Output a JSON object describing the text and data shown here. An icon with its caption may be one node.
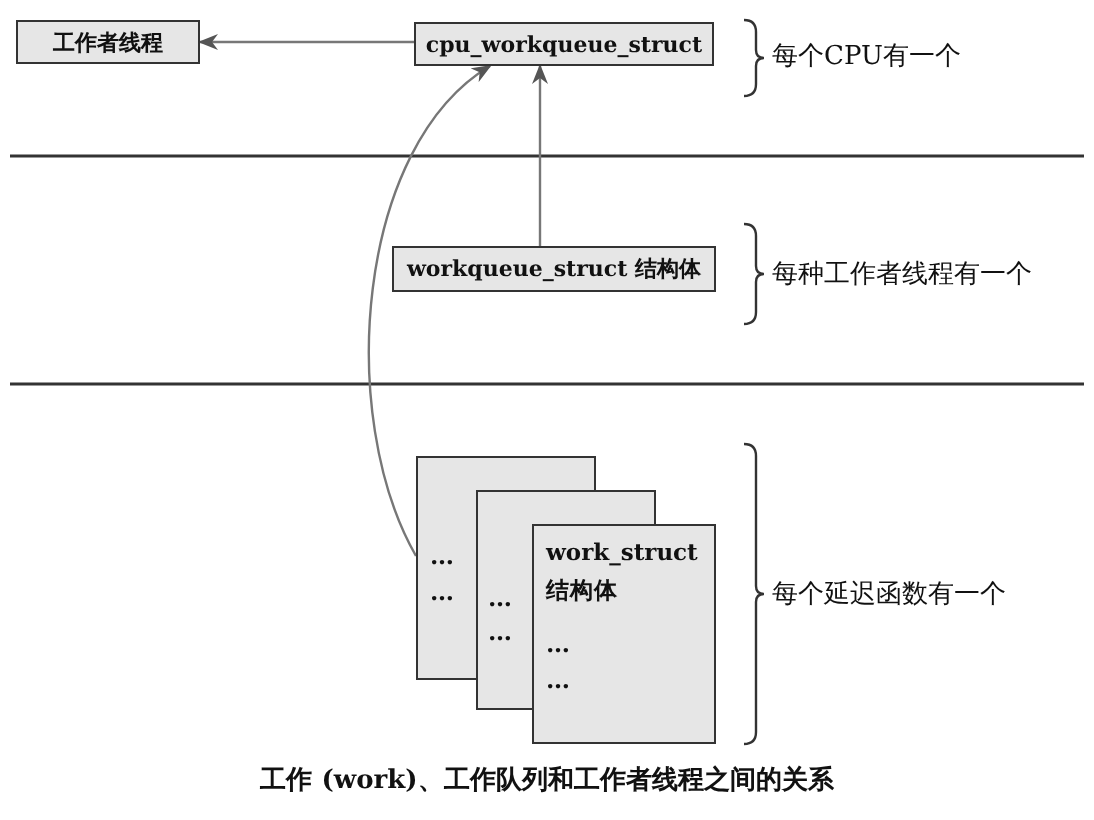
{
  "diagram": {
    "caption": "工作 (work)、工作队列和工作者线程之间的关系",
    "nodes": [
      {
        "text": [
          "工作者线程"
        ]
      },
      {
        "text": [
          "cpu_workqueue_struct"
        ]
      },
      {
        "text": [
          "workqueue_struct 结构体"
        ]
      },
      {
        "text": [
          "…",
          "…"
        ]
      },
      {
        "text": [
          "…",
          "…"
        ]
      },
      {
        "text": [
          "work_struct 结构体",
          "…",
          "…"
        ]
      }
    ],
    "edges": [
      {
        "from": 1,
        "to": 0,
        "arrow": "to"
      },
      {
        "from": 2,
        "to": 1,
        "arrow": "to"
      },
      {
        "from": 3,
        "to": 1,
        "arrow": "to"
      }
    ],
    "labels": [
      "每个CPU有一个",
      "每种工作者线程有一个",
      "每个延迟函数有一个"
    ]
  }
}
